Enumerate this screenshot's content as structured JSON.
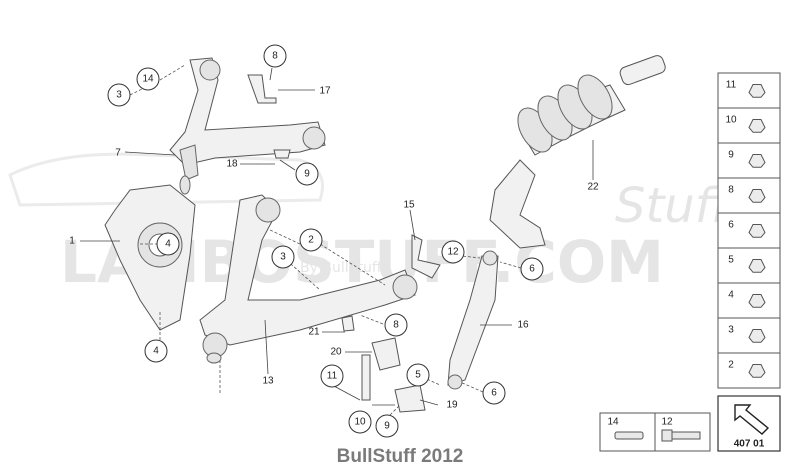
{
  "diagram": {
    "callouts": {
      "c14a": "14",
      "c3a": "3",
      "c8a": "8",
      "c17": "17",
      "c7": "7",
      "c18": "18",
      "c9a": "9",
      "c1": "1",
      "c4a": "4",
      "c4b": "4",
      "c2": "2",
      "c3b": "3",
      "c13": "13",
      "c21": "21",
      "c8b": "8",
      "c20": "20",
      "c11": "11",
      "c10": "10",
      "c9b": "9",
      "c19": "19",
      "c15": "15",
      "c12": "12",
      "c6a": "6",
      "c16": "16",
      "c5": "5",
      "c6b": "6",
      "c22": "22"
    },
    "legend": [
      "11",
      "10",
      "9",
      "8",
      "6",
      "5",
      "4",
      "3",
      "2"
    ],
    "bottom_legend": [
      "14",
      "12"
    ],
    "page_code": "407 01",
    "watermark_main": "LAMBOSTUFF.COM",
    "watermark_script": "Stuff",
    "watermark_sub": "By BullStuff"
  },
  "footer": {
    "text": "BullStuff 2012"
  }
}
